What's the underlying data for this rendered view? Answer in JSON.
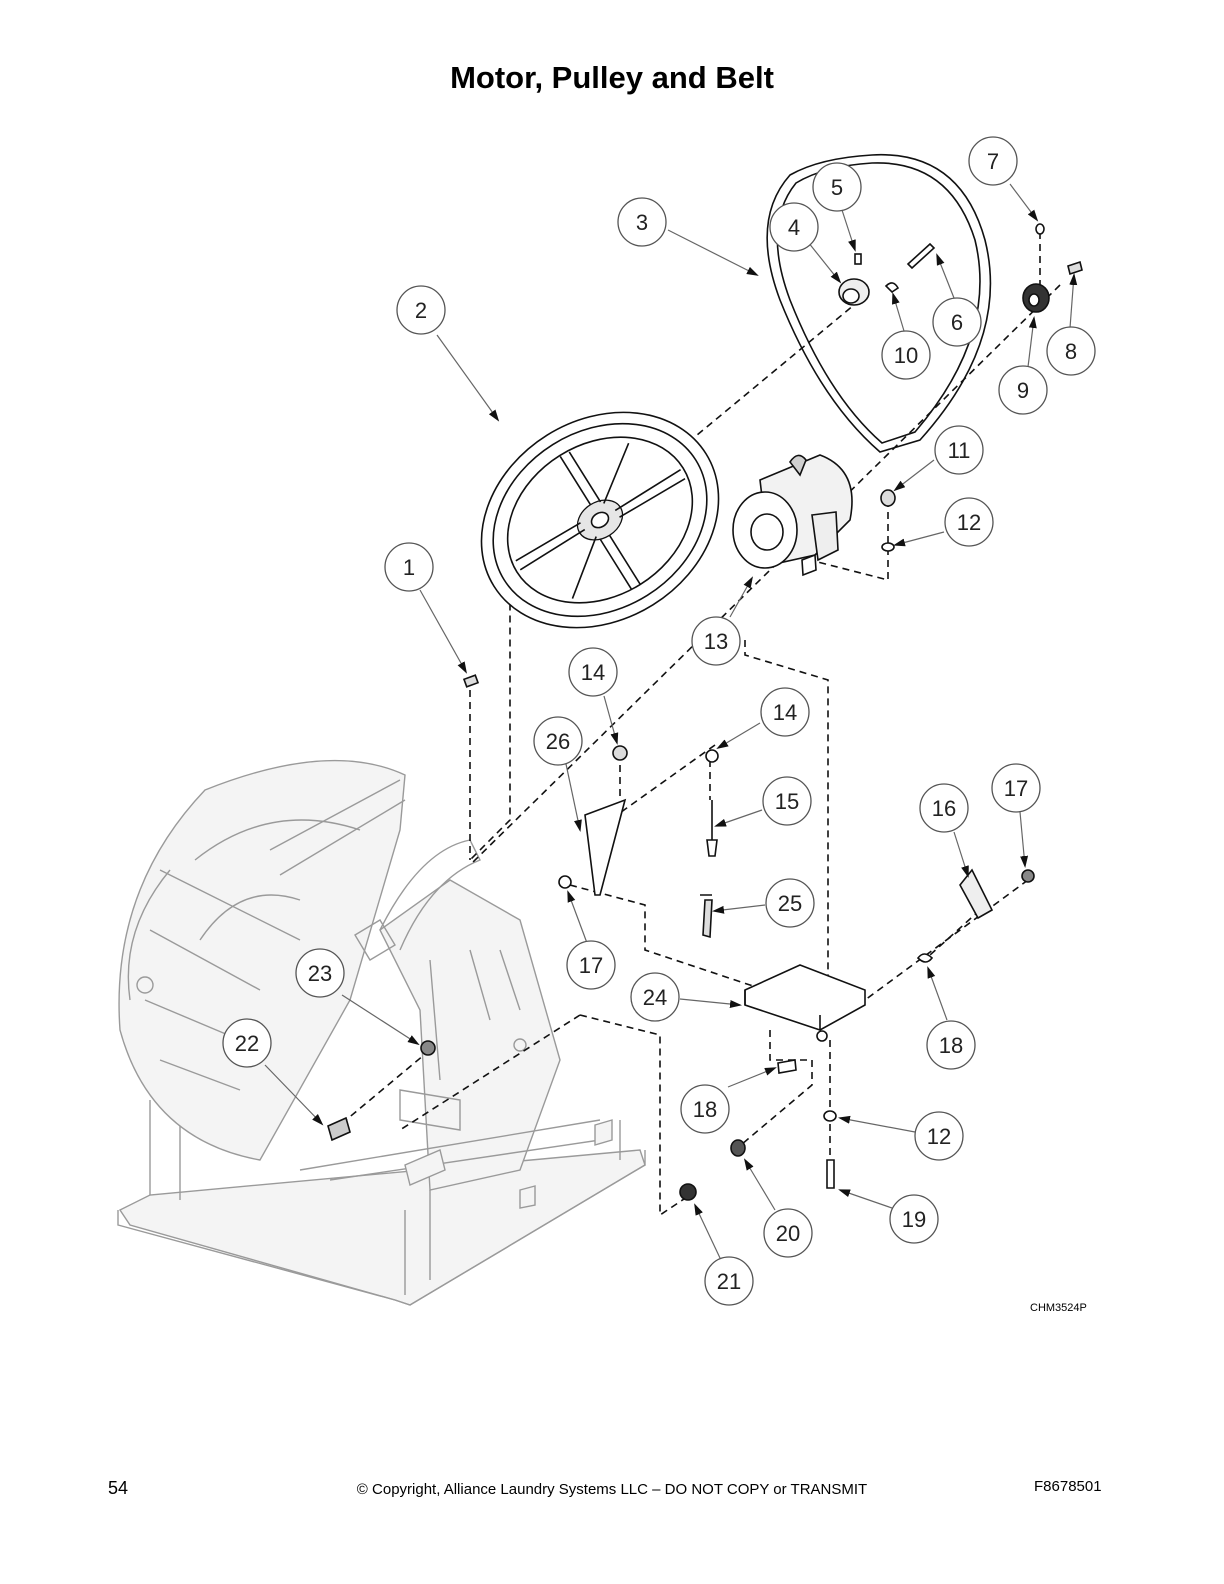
{
  "page": {
    "title": "Motor, Pulley and Belt",
    "illustration_code": "CHM3524P",
    "page_number": "54",
    "copyright": "© Copyright, Alliance Laundry Systems LLC – DO NOT COPY or TRANSMIT",
    "document_number": "F8678501"
  },
  "callouts": [
    "1",
    "2",
    "3",
    "4",
    "5",
    "6",
    "7",
    "8",
    "9",
    "10",
    "11",
    "12",
    "13",
    "14",
    "14",
    "15",
    "16",
    "17",
    "17",
    "18",
    "18",
    "12",
    "19",
    "20",
    "21",
    "22",
    "23",
    "24",
    "25",
    "26"
  ]
}
